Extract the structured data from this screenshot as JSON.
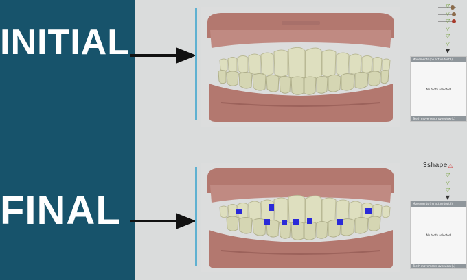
{
  "labels": {
    "initial": "INITIAL",
    "final": "FINAL"
  },
  "brand": {
    "logo_text": "3shape"
  },
  "panels": {
    "movements_title": "Movements (no active tooth)",
    "no_tooth_text": "No tooth selected",
    "footer_text": "Teeth movements overview (L)"
  },
  "colors": {
    "band": "#17536b",
    "accent_line": "#5fb1d1",
    "gum": "#b77a72",
    "tooth": "#dedfbf",
    "attachment": "#2a2ad8"
  },
  "icons": {
    "arrow": "arrow-right-icon",
    "tool": "triangle-down-icon",
    "logo_mark": "triangle-icon"
  }
}
